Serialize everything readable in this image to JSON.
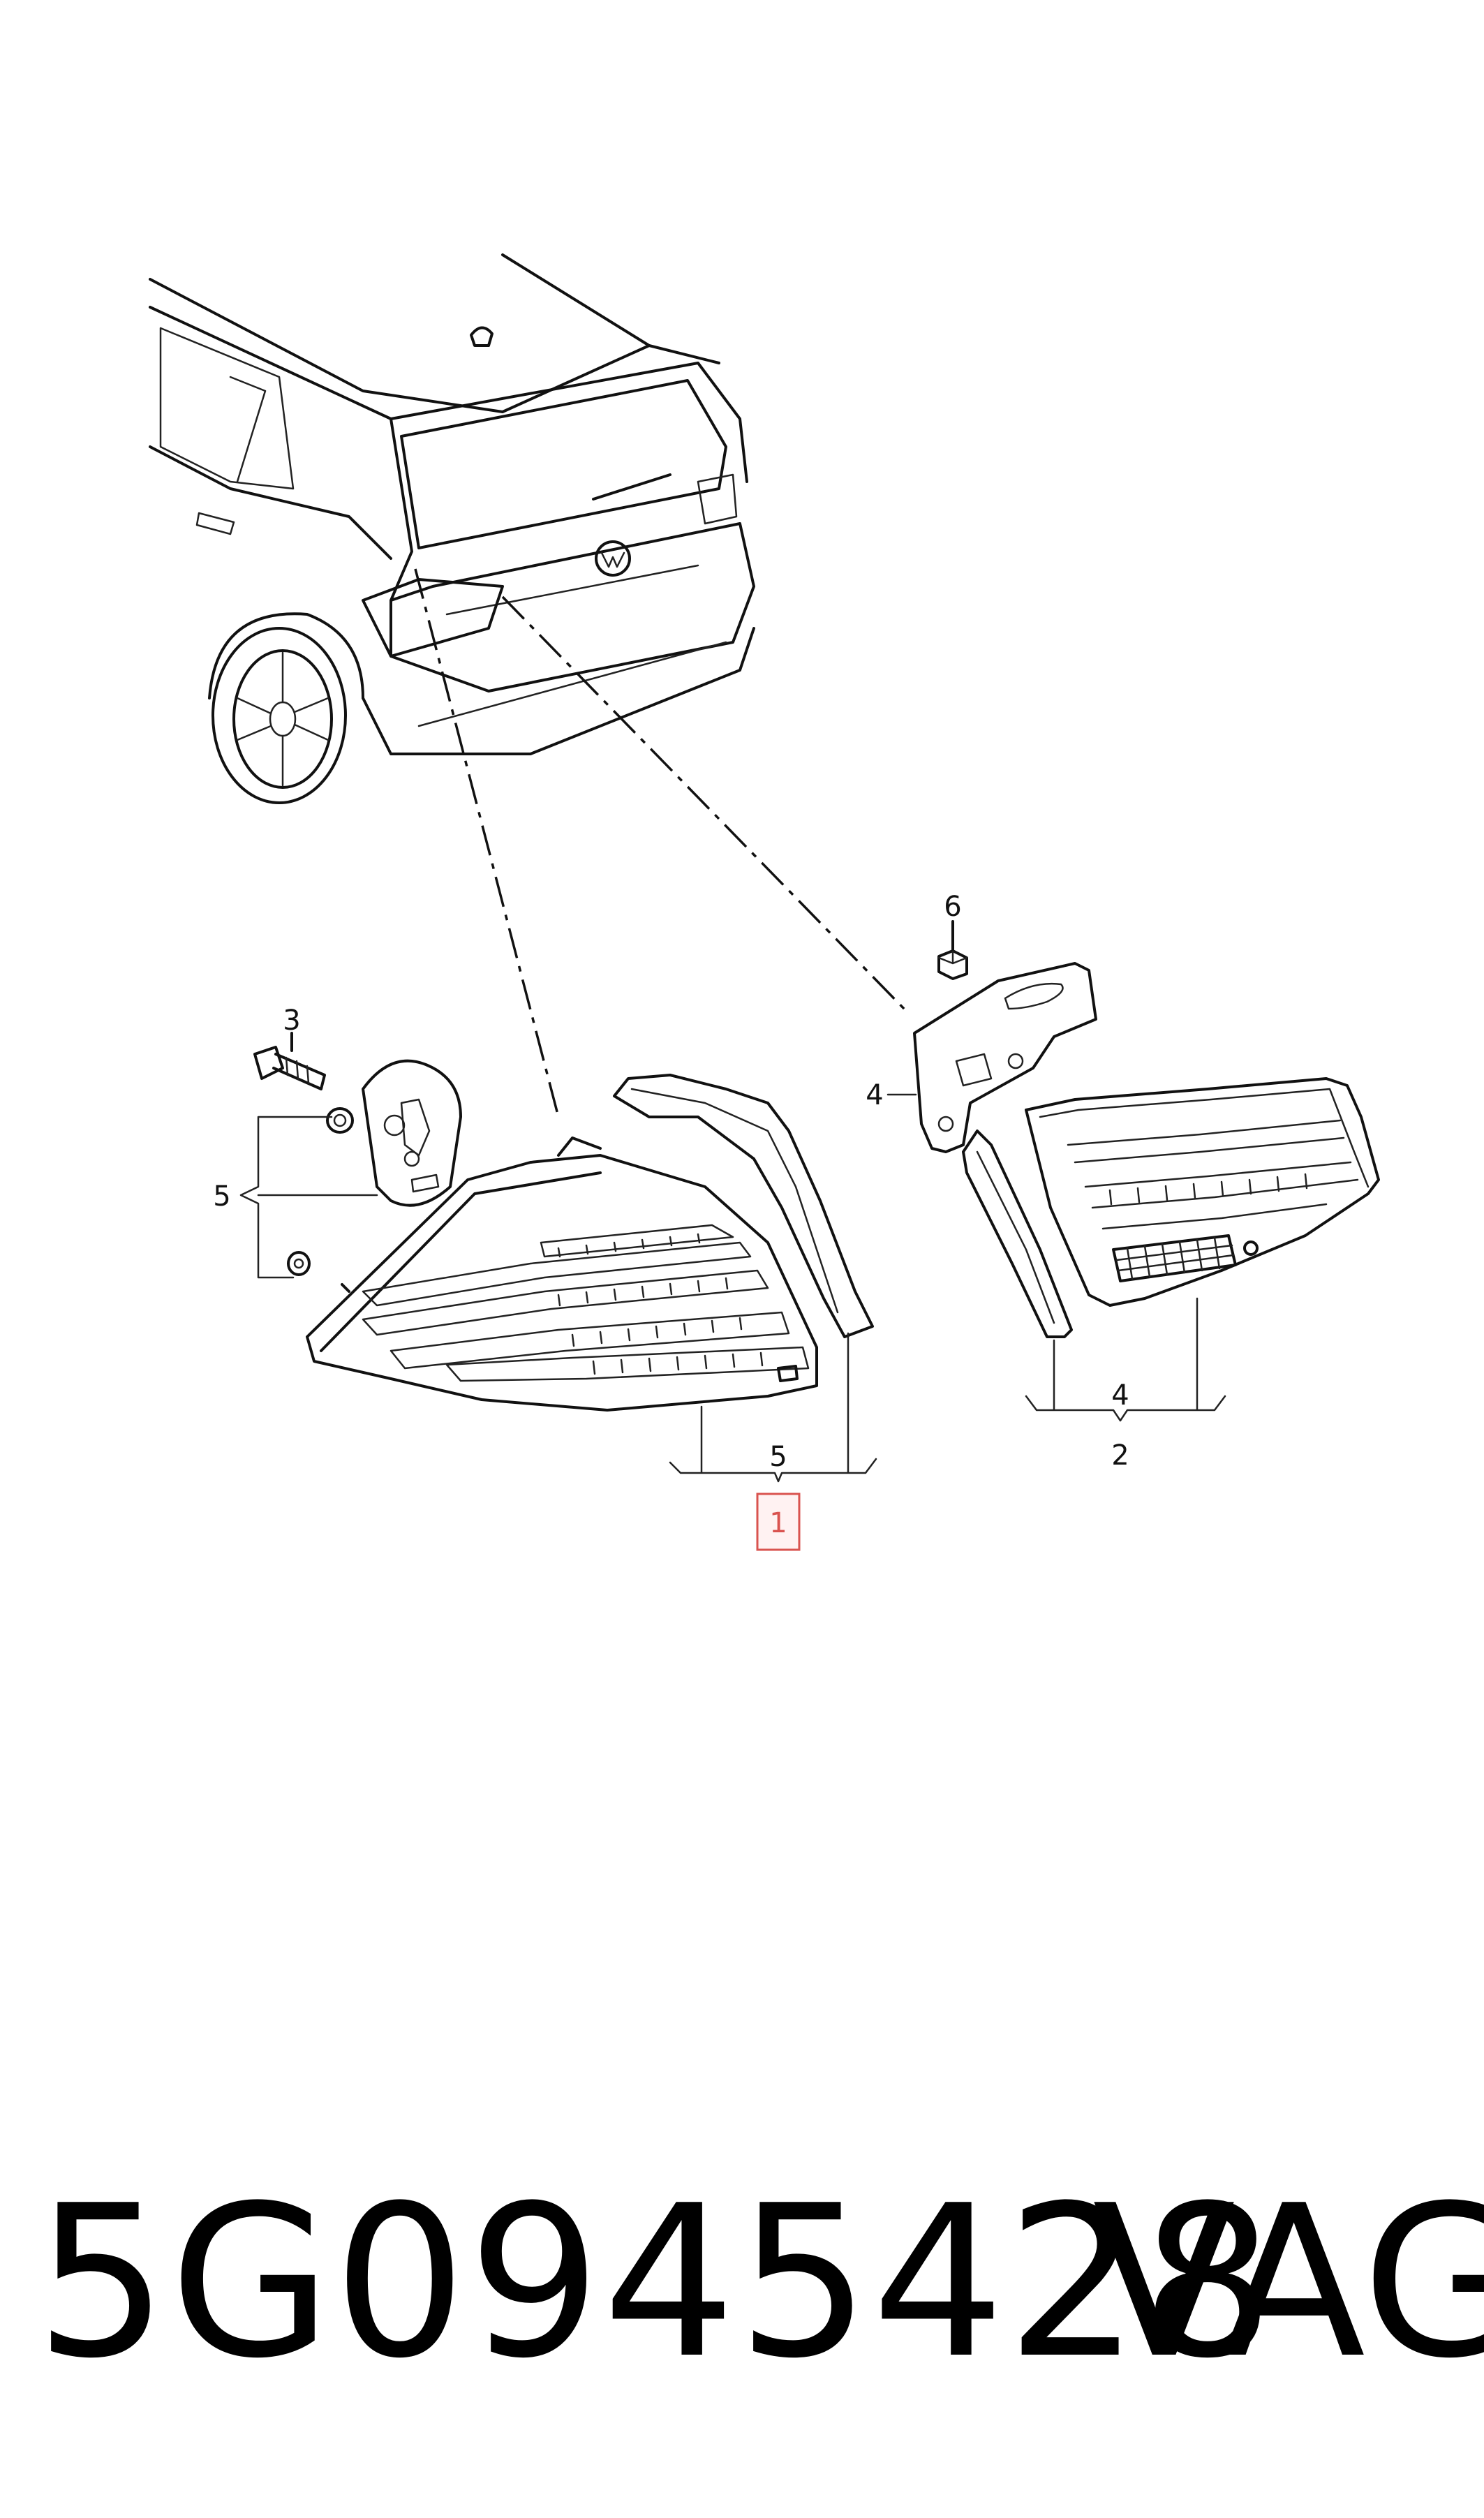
{
  "callouts": {
    "c1": "1",
    "c2": "2",
    "c3": "3",
    "c4_plate": "4",
    "c4_inner": "4",
    "c5_left": "5",
    "c5_outer": "5",
    "c6": "6"
  },
  "highlight_color": "#d9534f",
  "footer": {
    "part_number": "5G0945428",
    "brand": "VAG"
  }
}
